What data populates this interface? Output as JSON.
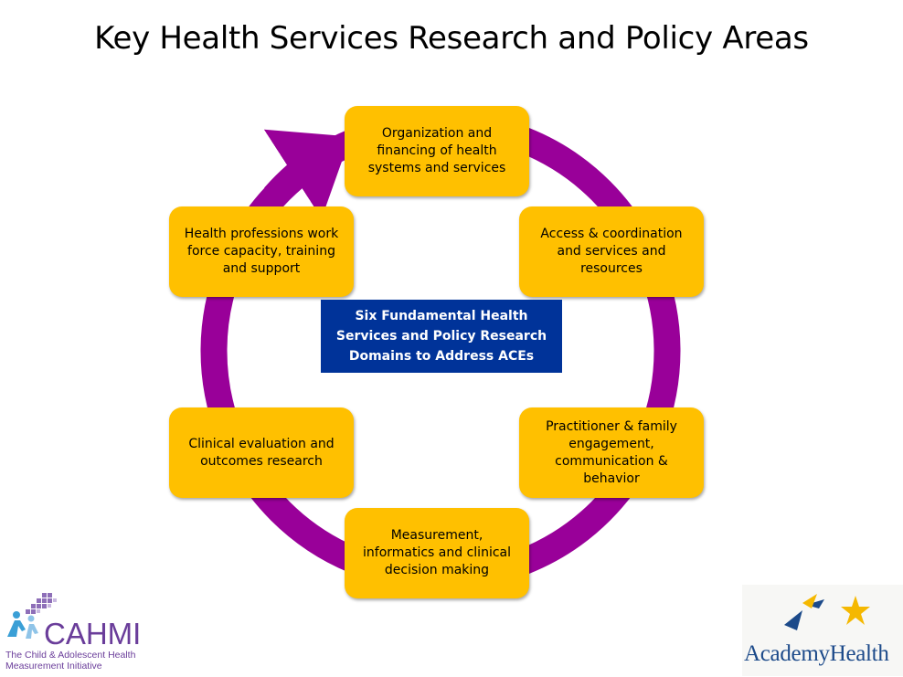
{
  "slide": {
    "title": "Key Health Services Research and Policy Areas",
    "center_label": "Six Fundamental Health Services and Policy Research Domains to Address ACEs",
    "domains": [
      {
        "label": "Organization and financing of health systems and services"
      },
      {
        "label": "Access & coordination and services and resources"
      },
      {
        "label": "Practitioner & family engagement, communication & behavior"
      },
      {
        "label": "Measurement, informatics and clinical decision making"
      },
      {
        "label": "Clinical evaluation and outcomes research"
      },
      {
        "label": "Health professions work force capacity, training and support"
      }
    ],
    "colors": {
      "ring": "#990099",
      "node_fill": "#ffc000",
      "center_fill": "#003399",
      "center_text": "#ffffff"
    }
  },
  "logos": {
    "cahmi": {
      "name": "CAHMI",
      "tagline": "The Child & Adolescent Health Measurement Initiative"
    },
    "academyhealth": {
      "name": "AcademyHealth"
    }
  }
}
